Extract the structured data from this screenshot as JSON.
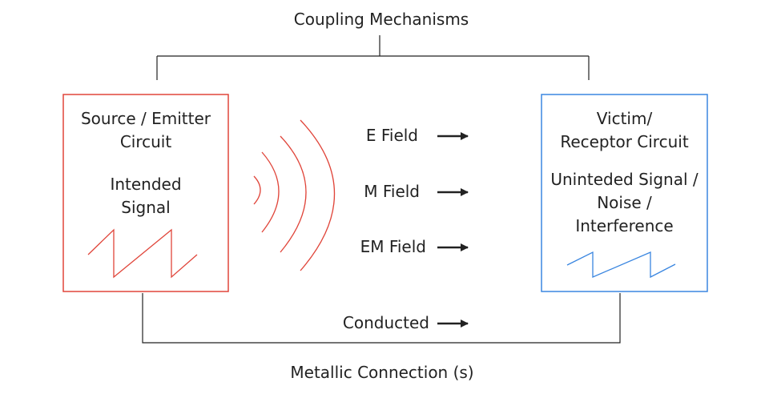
{
  "title": "Coupling Mechanisms",
  "bottom_label": "Metallic Connection (s)",
  "source": {
    "title_lines": [
      "Source / Emitter",
      "Circuit"
    ],
    "signal_lines": [
      "Intended",
      "Signal"
    ],
    "color": "#e0453a"
  },
  "victim": {
    "title_lines": [
      "Victim/",
      "Receptor Circuit"
    ],
    "signal_lines": [
      "Uninteded Signal /",
      "Noise /",
      "Interference"
    ],
    "color": "#3a86e0"
  },
  "couplings": [
    {
      "label": "E Field"
    },
    {
      "label": "M Field"
    },
    {
      "label": "EM Field"
    },
    {
      "label": "Conducted"
    }
  ],
  "line_color": "#222222"
}
